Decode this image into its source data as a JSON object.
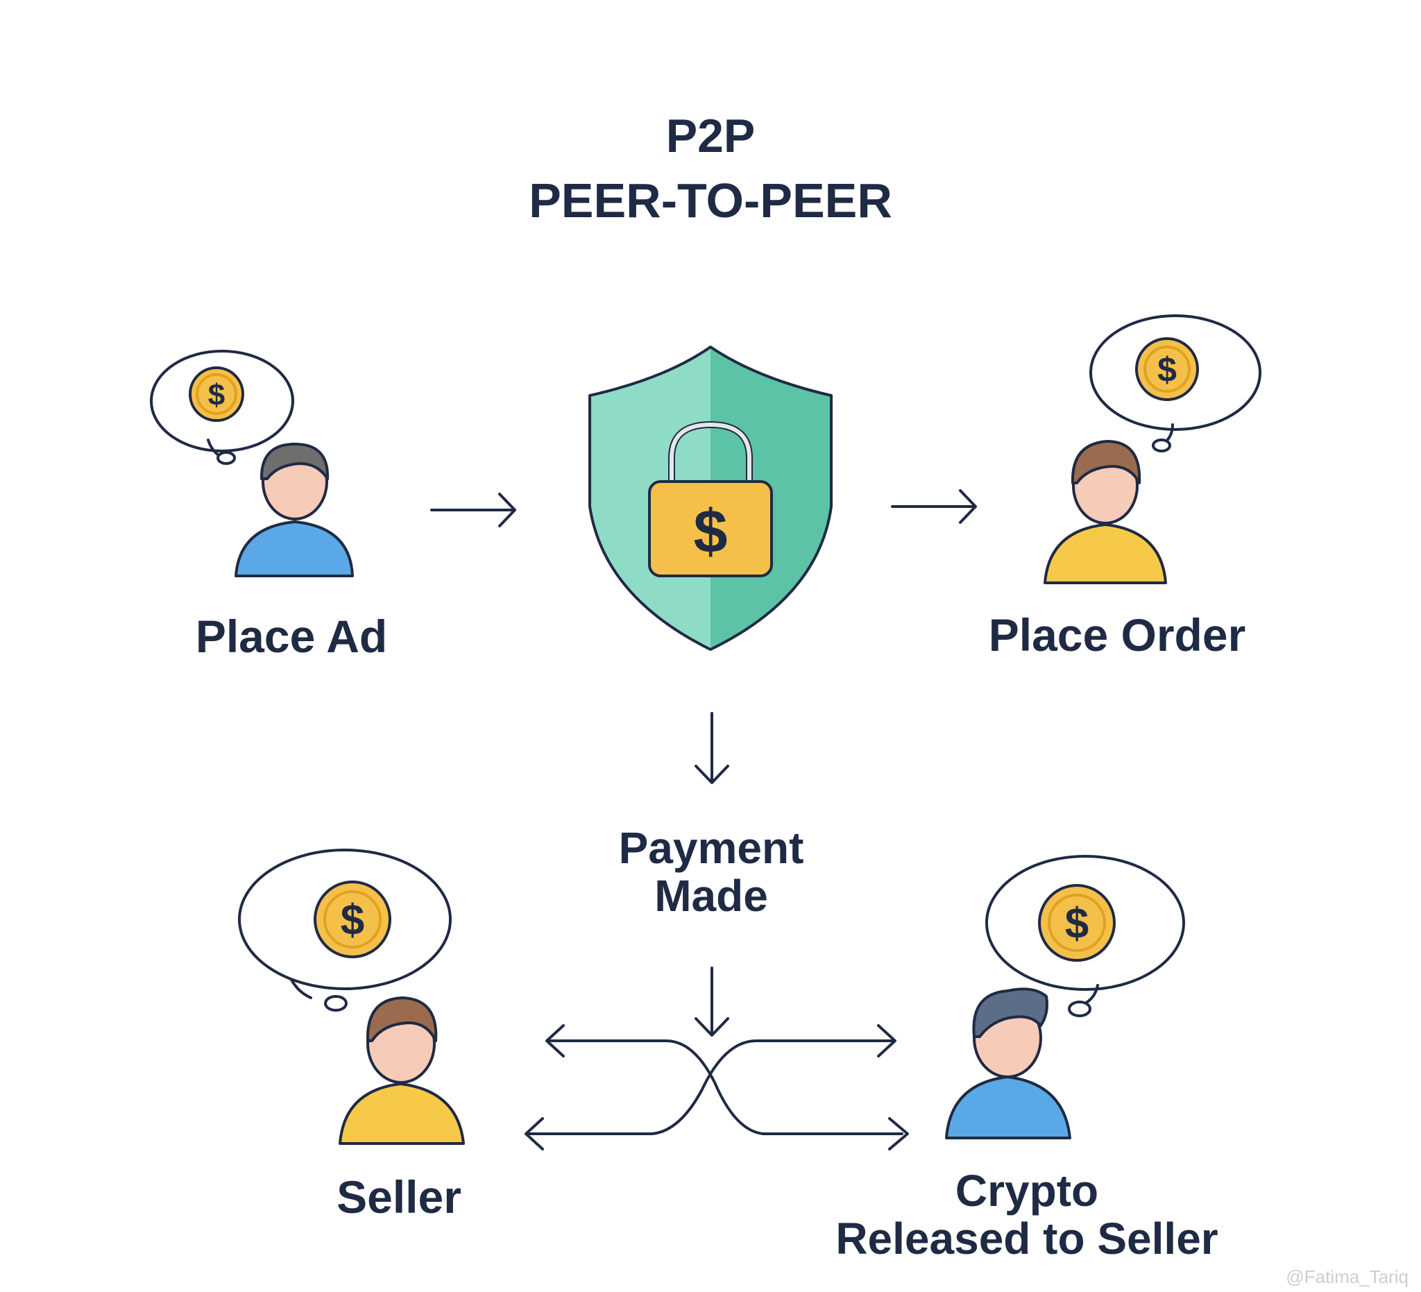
{
  "title": {
    "line1": "P2P",
    "line2": "PEER-TO-PEER"
  },
  "labels": {
    "place_ad": "Place Ad",
    "place_order": "Place Order",
    "payment_made": "Payment\nMade",
    "seller": "Seller",
    "crypto_released": "Crypto\nReleased to Seller"
  },
  "watermark": "@Fatima_Tariq",
  "colors": {
    "ink": "#1f2a44",
    "shield_light": "#8fdcc6",
    "shield_dark": "#5cc3a7",
    "gold": "#f5c04a",
    "gold_ring": "#e0a21f",
    "shirt_blue": "#5aa9e6",
    "shirt_yellow": "#f7c948",
    "skin": "#f6cbb7",
    "hair_brown": "#9a6b4f",
    "hair_gray": "#6e6e6e",
    "hair_slate": "#5c6d87"
  }
}
